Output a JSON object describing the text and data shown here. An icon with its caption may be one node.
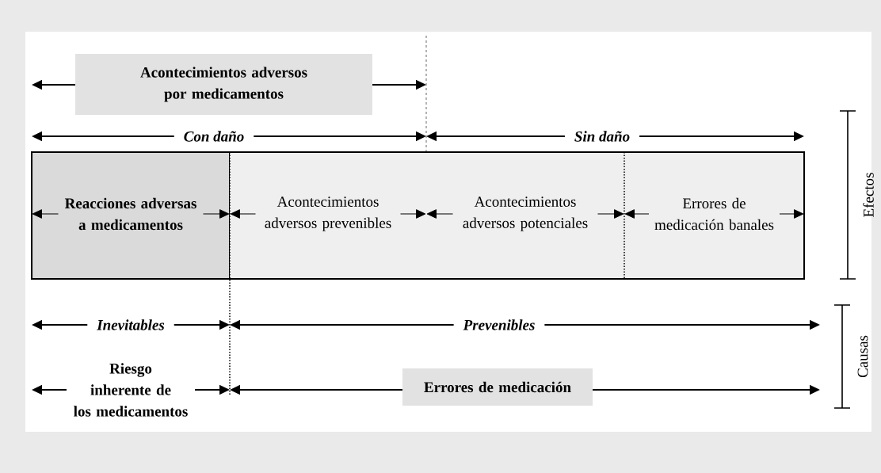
{
  "diagram": {
    "nodes": [
      {
        "text": [
          "Acontecimientos adversos por medicamentos"
        ]
      },
      {
        "text": [
          "Reacciones adversas a medicamentos"
        ]
      },
      {
        "text": [
          "Acontecimientos adversos prevenibles"
        ]
      },
      {
        "text": [
          "Acontecimientos adversos potenciales"
        ]
      },
      {
        "text": [
          "Errores de medicación banales"
        ]
      },
      {
        "text": [
          "Errores de medicación"
        ]
      }
    ],
    "labels": [
      "Con daño",
      "Sin daño",
      "Efectos",
      "Inevitables",
      "Prevenibles",
      "Riesgo inherente de los medicamentos",
      "Causas"
    ]
  }
}
